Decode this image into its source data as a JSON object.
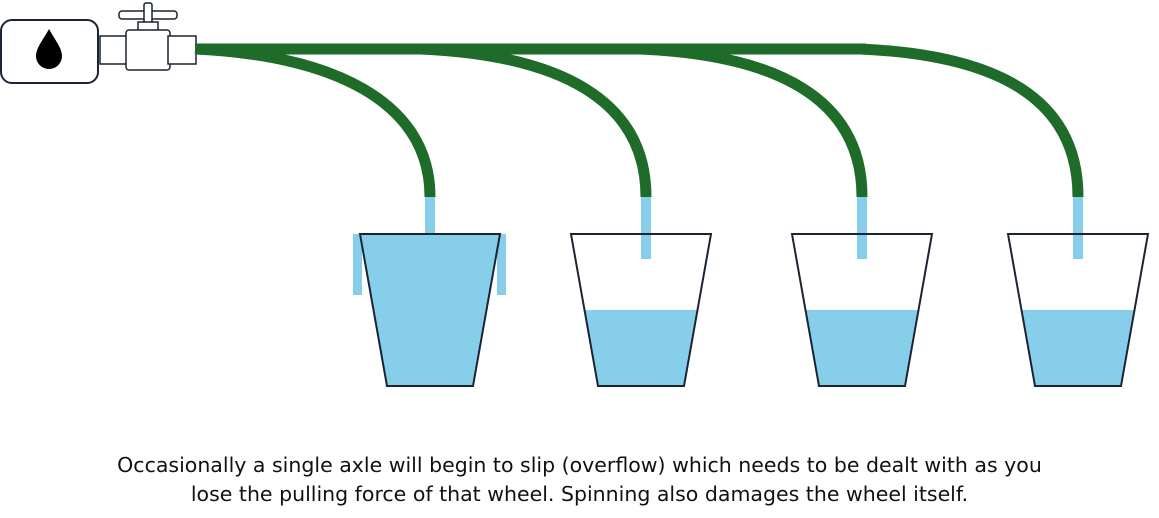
{
  "caption": {
    "line1": "Occasionally a single axle will begin to slip (overflow) which needs to be dealt with as you",
    "line2": "lose the pulling force of that wheel. Spinning also damages the wheel itself."
  },
  "icons": {
    "source": "water-drop-icon",
    "valve": "faucet-valve-icon"
  },
  "colors": {
    "pipe": "#1e6b2a",
    "water": "#87ceeb",
    "outline": "#1a2433",
    "background": "#ffffff"
  },
  "cups": [
    {
      "name": "cup-1",
      "fill": 1.0,
      "overflowing": true
    },
    {
      "name": "cup-2",
      "fill": 0.5,
      "overflowing": false
    },
    {
      "name": "cup-3",
      "fill": 0.5,
      "overflowing": false
    },
    {
      "name": "cup-4",
      "fill": 0.5,
      "overflowing": false
    }
  ]
}
